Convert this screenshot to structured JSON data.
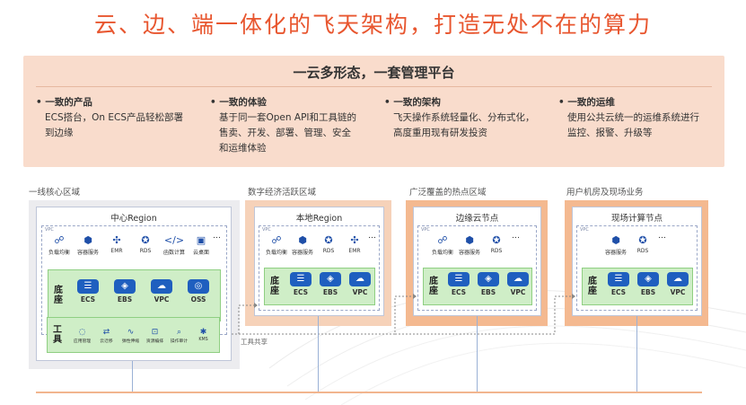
{
  "title": "云、边、端一体化的飞天架构，打造无处不在的算力",
  "banner": {
    "title": "一云多形态，一套管理平台",
    "pillars": [
      {
        "heading": "一致的产品",
        "lines": [
          "ECS搭台，On ECS产品轻松部署",
          "到边缘"
        ]
      },
      {
        "heading": "一致的体验",
        "lines": [
          "基于同一套Open API和工具链的",
          "售卖、开发、部署、管理、安全",
          "和运维体验"
        ]
      },
      {
        "heading": "一致的架构",
        "lines": [
          "飞天操作系统轻量化、分布式化，",
          "高度重用现有研发投资"
        ]
      },
      {
        "heading": "一致的运维",
        "lines": [
          "使用公共云统一的运维系统进行",
          "监控、报警、升级等"
        ]
      }
    ]
  },
  "sections": [
    "一线核心区域",
    "数字经济活跃区域",
    "广泛覆盖的热点区域",
    "用户机房及现场业务"
  ],
  "zones": {
    "core": {
      "title": "中心Region",
      "vpc": "VPC",
      "services": [
        {
          "icon": "☍",
          "label": "负载均衡"
        },
        {
          "icon": "⬢",
          "label": "容器服务"
        },
        {
          "icon": "✣",
          "label": "EMR"
        },
        {
          "icon": "✪",
          "label": "RDS"
        },
        {
          "icon": "</>",
          "label": "函数计算"
        },
        {
          "icon": "▣",
          "label": "云桌面"
        }
      ],
      "base_label": [
        "底",
        "座"
      ],
      "base": [
        {
          "icon": "☰",
          "label": "ECS"
        },
        {
          "icon": "◈",
          "label": "EBS"
        },
        {
          "icon": "☁",
          "label": "VPC"
        },
        {
          "icon": "◎",
          "label": "OSS"
        }
      ],
      "tool_label": [
        "工",
        "具"
      ],
      "tools": [
        {
          "icon": "◌",
          "label": "应用管理"
        },
        {
          "icon": "⇄",
          "label": "云迁移"
        },
        {
          "icon": "∿",
          "label": "弹性伸缩"
        },
        {
          "icon": "⊡",
          "label": "资源编排"
        },
        {
          "icon": "⌕",
          "label": "操作审计"
        },
        {
          "icon": "✱",
          "label": "KMS"
        }
      ]
    },
    "local": {
      "title": "本地Region",
      "vpc": "VPC",
      "services": [
        {
          "icon": "☍",
          "label": "负载均衡"
        },
        {
          "icon": "⬢",
          "label": "容器服务"
        },
        {
          "icon": "✪",
          "label": "RDS"
        },
        {
          "icon": "✣",
          "label": "EMR"
        }
      ],
      "base_label": [
        "底",
        "座"
      ],
      "base": [
        {
          "icon": "☰",
          "label": "ECS"
        },
        {
          "icon": "◈",
          "label": "EBS"
        },
        {
          "icon": "☁",
          "label": "VPC"
        }
      ]
    },
    "edge": {
      "title": "边缘云节点",
      "vpc": "VPC",
      "services": [
        {
          "icon": "☍",
          "label": "负载均衡"
        },
        {
          "icon": "⬢",
          "label": "容器服务"
        },
        {
          "icon": "✪",
          "label": "RDS"
        }
      ],
      "base_label": [
        "底",
        "座"
      ],
      "base": [
        {
          "icon": "☰",
          "label": "ECS"
        },
        {
          "icon": "◈",
          "label": "EBS"
        },
        {
          "icon": "☁",
          "label": "VPC"
        }
      ]
    },
    "onsite": {
      "title": "现场计算节点",
      "vpc": "VPC",
      "services": [
        {
          "icon": "⬢",
          "label": "容器服务"
        },
        {
          "icon": "✪",
          "label": "RDS"
        }
      ],
      "base_label": [
        "底",
        "座"
      ],
      "base": [
        {
          "icon": "☰",
          "label": "ECS"
        },
        {
          "icon": "◈",
          "label": "EBS"
        },
        {
          "icon": "☁",
          "label": "VPC"
        }
      ]
    }
  },
  "ellipsis": "…",
  "tool_share": "工具共享",
  "colors": {
    "title": "#e8562f",
    "banner": "#f9dccc",
    "zone_bg": "#f6d2b9",
    "zone_bg_strong": "#f4b990",
    "green": "#cfeec7",
    "icon_blue": "#1f4fa8",
    "base_line": "#f2b58e"
  }
}
